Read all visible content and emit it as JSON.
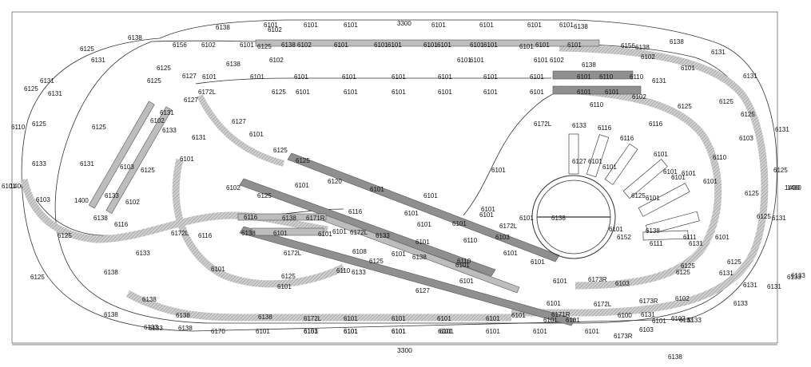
{
  "dimensions": {
    "width_label": "3300",
    "height_label": "1400"
  },
  "colors": {
    "board_line": "#555555",
    "track_line": "#333333",
    "hatched_track": "#bdbdbd",
    "dark_track": "#8f8f8f",
    "outline_track": "#ffffff",
    "background": "#ffffff"
  },
  "track_labels": [
    {
      "text": "6138"
    },
    {
      "text": "6138"
    },
    {
      "text": "6102"
    },
    {
      "text": "6101"
    },
    {
      "text": "6101"
    },
    {
      "text": "6101"
    },
    {
      "text": "3300"
    },
    {
      "text": "6101"
    },
    {
      "text": "6101"
    },
    {
      "text": "6101"
    },
    {
      "text": "6101"
    },
    {
      "text": "6138"
    },
    {
      "text": "6156"
    },
    {
      "text": "6102"
    },
    {
      "text": "6101"
    },
    {
      "text": "6125"
    },
    {
      "text": "6138"
    },
    {
      "text": "6102"
    },
    {
      "text": "6101"
    },
    {
      "text": "6101"
    },
    {
      "text": "6101"
    },
    {
      "text": "6101"
    },
    {
      "text": "6101"
    },
    {
      "text": "6101"
    },
    {
      "text": "6101"
    },
    {
      "text": "6101"
    },
    {
      "text": "6101"
    },
    {
      "text": "6101"
    },
    {
      "text": "6156"
    },
    {
      "text": "6138"
    },
    {
      "text": "6138"
    },
    {
      "text": "6125"
    },
    {
      "text": "6131"
    },
    {
      "text": "6138"
    },
    {
      "text": "6102"
    },
    {
      "text": "6101"
    },
    {
      "text": "6101"
    },
    {
      "text": "6101"
    },
    {
      "text": "6102"
    },
    {
      "text": "6138"
    },
    {
      "text": "6102"
    },
    {
      "text": "6131"
    },
    {
      "text": "6131"
    },
    {
      "text": "6125"
    },
    {
      "text": "6127"
    },
    {
      "text": "6101"
    },
    {
      "text": "6101"
    },
    {
      "text": "6101"
    },
    {
      "text": "6101"
    },
    {
      "text": "6101"
    },
    {
      "text": "6101"
    },
    {
      "text": "6101"
    },
    {
      "text": "6101"
    },
    {
      "text": "6101"
    },
    {
      "text": "6110"
    },
    {
      "text": "6110"
    },
    {
      "text": "6131"
    },
    {
      "text": "6101"
    },
    {
      "text": "6131"
    },
    {
      "text": "6125"
    },
    {
      "text": "6131"
    },
    {
      "text": "6125"
    },
    {
      "text": "6172L"
    },
    {
      "text": "6125"
    },
    {
      "text": "6101"
    },
    {
      "text": "6101"
    },
    {
      "text": "6101"
    },
    {
      "text": "6101"
    },
    {
      "text": "6101"
    },
    {
      "text": "6101"
    },
    {
      "text": "6101"
    },
    {
      "text": "6101"
    },
    {
      "text": "6102"
    },
    {
      "text": "6127"
    },
    {
      "text": "6110"
    },
    {
      "text": "6125"
    },
    {
      "text": "6125"
    },
    {
      "text": "6131"
    },
    {
      "text": "6102"
    },
    {
      "text": "6127"
    },
    {
      "text": "6172L"
    },
    {
      "text": "6133"
    },
    {
      "text": "6116"
    },
    {
      "text": "6116"
    },
    {
      "text": "6116"
    },
    {
      "text": "6125"
    },
    {
      "text": "6131"
    },
    {
      "text": "6125"
    },
    {
      "text": "6133"
    },
    {
      "text": "6101"
    },
    {
      "text": "6110"
    },
    {
      "text": "6125"
    },
    {
      "text": "6131"
    },
    {
      "text": "6125"
    },
    {
      "text": "6127"
    },
    {
      "text": "6101"
    },
    {
      "text": "6101"
    },
    {
      "text": "6101"
    },
    {
      "text": "6103"
    },
    {
      "text": "6131"
    },
    {
      "text": "6133"
    },
    {
      "text": "6103"
    },
    {
      "text": "6101"
    },
    {
      "text": "6125"
    },
    {
      "text": "6110"
    },
    {
      "text": "6125"
    },
    {
      "text": "6101"
    },
    {
      "text": "6101"
    },
    {
      "text": "6101"
    },
    {
      "text": "6125"
    },
    {
      "text": "6103"
    },
    {
      "text": "6125"
    },
    {
      "text": "6101"
    },
    {
      "text": "6120"
    },
    {
      "text": "6101"
    },
    {
      "text": "6101"
    },
    {
      "text": "6101"
    },
    {
      "text": "6125"
    },
    {
      "text": "6101"
    },
    {
      "text": "6101"
    },
    {
      "text": "1400"
    },
    {
      "text": "1400"
    },
    {
      "text": "6133"
    },
    {
      "text": "6102"
    },
    {
      "text": "6102"
    },
    {
      "text": "6116"
    },
    {
      "text": "6101"
    },
    {
      "text": "6101"
    },
    {
      "text": "6101"
    },
    {
      "text": "6101"
    },
    {
      "text": "6101"
    },
    {
      "text": "6125"
    },
    {
      "text": "6125"
    },
    {
      "text": "6138"
    },
    {
      "text": "6116"
    },
    {
      "text": "6116"
    },
    {
      "text": "6138"
    },
    {
      "text": "6171R"
    },
    {
      "text": "6172L"
    },
    {
      "text": "6101"
    },
    {
      "text": "6101"
    },
    {
      "text": "6138"
    },
    {
      "text": "6152"
    },
    {
      "text": "6101"
    },
    {
      "text": "6131"
    },
    {
      "text": "6125"
    },
    {
      "text": "6125"
    },
    {
      "text": "6133"
    },
    {
      "text": "6101"
    },
    {
      "text": "6101"
    },
    {
      "text": "6172L"
    },
    {
      "text": "6110"
    },
    {
      "text": "6101"
    },
    {
      "text": "6101"
    },
    {
      "text": "6133"
    },
    {
      "text": "6138"
    },
    {
      "text": "6111"
    },
    {
      "text": "6111"
    },
    {
      "text": "6131"
    },
    {
      "text": "6138"
    },
    {
      "text": "6116"
    },
    {
      "text": "6101"
    },
    {
      "text": "6172L"
    },
    {
      "text": "6103"
    },
    {
      "text": "6172L"
    },
    {
      "text": "6108"
    },
    {
      "text": "6110"
    },
    {
      "text": "6101"
    },
    {
      "text": "6138"
    },
    {
      "text": "6101"
    },
    {
      "text": "6101"
    },
    {
      "text": "6101"
    },
    {
      "text": "6101"
    },
    {
      "text": "6125"
    },
    {
      "text": "6125"
    },
    {
      "text": "6131"
    },
    {
      "text": "6125"
    },
    {
      "text": "6125"
    },
    {
      "text": "6110"
    },
    {
      "text": "6101"
    },
    {
      "text": "6127"
    },
    {
      "text": "6101"
    },
    {
      "text": "6101"
    },
    {
      "text": "6173R"
    },
    {
      "text": "6103"
    },
    {
      "text": "6125"
    },
    {
      "text": "6131"
    },
    {
      "text": "6133"
    },
    {
      "text": "6131"
    },
    {
      "text": "6133"
    },
    {
      "text": "6138"
    },
    {
      "text": "6138"
    },
    {
      "text": "6133"
    },
    {
      "text": "6101"
    },
    {
      "text": "6172L"
    },
    {
      "text": "6173R"
    },
    {
      "text": "6102"
    },
    {
      "text": "6133"
    },
    {
      "text": "6138"
    },
    {
      "text": "6138"
    },
    {
      "text": "6172L"
    },
    {
      "text": "6101"
    },
    {
      "text": "6101"
    },
    {
      "text": "6101"
    },
    {
      "text": "6101"
    },
    {
      "text": "6101"
    },
    {
      "text": "6171R"
    },
    {
      "text": "6100"
    },
    {
      "text": "6131"
    },
    {
      "text": "6101"
    },
    {
      "text": "6133"
    },
    {
      "text": "6138"
    },
    {
      "text": "6153"
    },
    {
      "text": "6101"
    },
    {
      "text": "6101"
    },
    {
      "text": "6101"
    },
    {
      "text": "6101"
    },
    {
      "text": "6101"
    },
    {
      "text": "6101"
    },
    {
      "text": "6101"
    },
    {
      "text": "6102"
    },
    {
      "text": "6133"
    },
    {
      "text": "6133"
    },
    {
      "text": "6133"
    },
    {
      "text": "6138"
    },
    {
      "text": "6170"
    },
    {
      "text": "6101"
    },
    {
      "text": "6101"
    },
    {
      "text": "6101"
    },
    {
      "text": "6101"
    },
    {
      "text": "6101"
    },
    {
      "text": "6101"
    },
    {
      "text": "6173R"
    },
    {
      "text": "6103"
    },
    {
      "text": "6138"
    }
  ]
}
